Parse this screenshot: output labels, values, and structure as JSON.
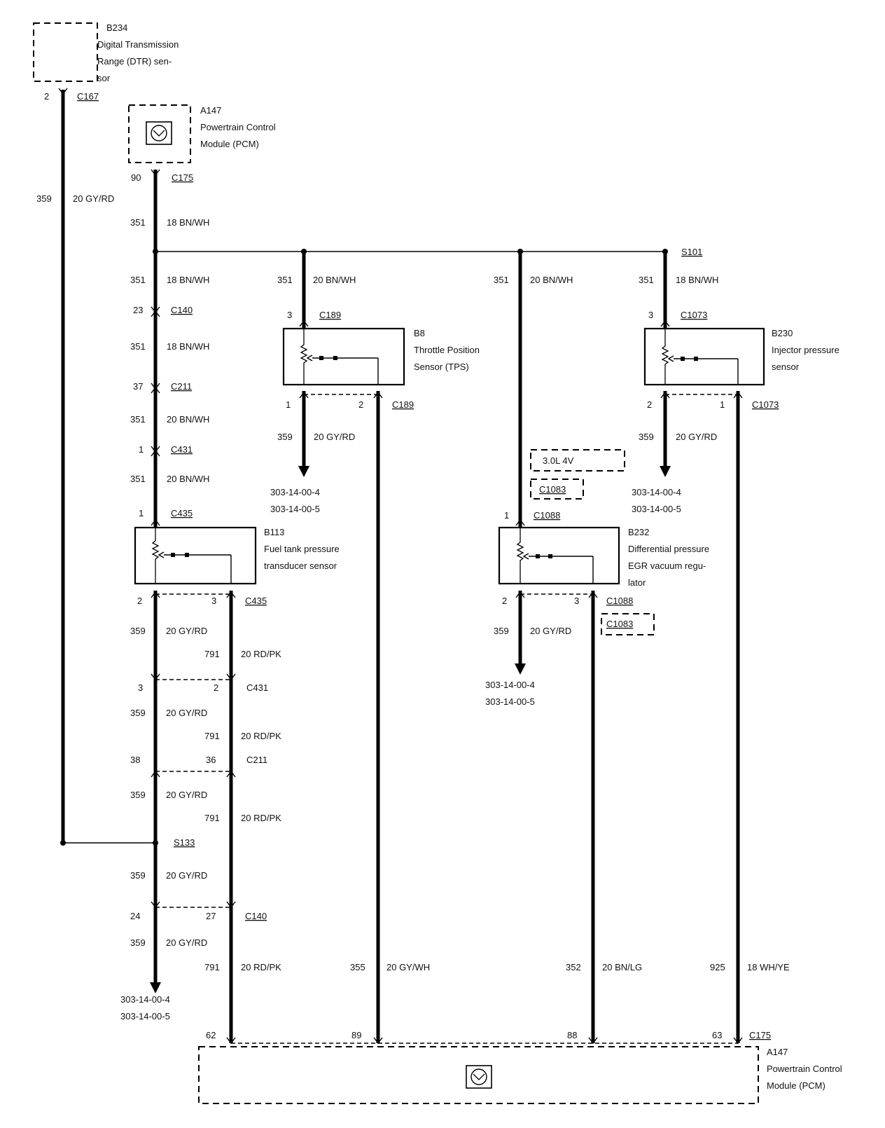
{
  "components": {
    "b234": {
      "id": "B234",
      "line1": "Digital Transmission",
      "line2": "Range (DTR) sen-",
      "line3": "sor"
    },
    "pcm_top": {
      "id": "A147",
      "line1": "Powertrain Control",
      "line2": "Module (PCM)"
    },
    "b8": {
      "id": "B8",
      "line1": "Throttle Position",
      "line2": "Sensor (TPS)"
    },
    "b230": {
      "id": "B230",
      "line1": "Injector pressure",
      "line2": "sensor"
    },
    "b113": {
      "id": "B113",
      "line1": "Fuel tank pressure",
      "line2": "transducer sensor"
    },
    "b232": {
      "id": "B232",
      "line1": "Differential pressure",
      "line2": "EGR vacuum regu-",
      "line3": "lator"
    },
    "pcm_bottom": {
      "id": "A147",
      "line1": "Powertrain Control",
      "line2": "Module (PCM)"
    }
  },
  "connectors": {
    "c167": "C167",
    "c175_top": "C175",
    "s101": "S101",
    "c140_a": "C140",
    "c211_a": "C211",
    "c431_a": "C431",
    "c435_a": "C435",
    "c189_top": "C189",
    "c189_bot": "C189",
    "c1073_top": "C1073",
    "c1073_bot": "C1073",
    "c1088_top": "C1088",
    "c1088_bot": "C1088",
    "c1083_top": "C1083",
    "c1083_bot": "C1083",
    "option": "3.0L 4V",
    "c435_b": "C435",
    "c431_b": "C431",
    "c211_b": "C211",
    "s133": "S133",
    "c140_b": "C140",
    "c175_bot": "C175"
  },
  "pins": {
    "b234_2": "2",
    "pcm_90": "90",
    "c140_23": "23",
    "c211_37": "37",
    "c431_1": "1",
    "c435_1": "1",
    "b8_3": "3",
    "b8_1": "1",
    "b8_2": "2",
    "b230_3": "3",
    "b230_2": "2",
    "b230_1": "1",
    "b232_1": "1",
    "b232_2": "2",
    "b232_3": "3",
    "b113_2": "2",
    "b113_3": "3",
    "c431_3": "3",
    "c431_2": "2",
    "c211_38": "38",
    "c211_36": "36",
    "c140_24": "24",
    "c140_27": "27",
    "pcm_62": "62",
    "pcm_89": "89",
    "pcm_88": "88",
    "pcm_63": "63"
  },
  "circuits": {
    "c359_dtr": {
      "num": "359",
      "spec": "20 GY/RD"
    },
    "c351_a": {
      "num": "351",
      "spec": "18 BN/WH"
    },
    "c351_b": {
      "num": "351",
      "spec": "18 BN/WH"
    },
    "c351_c": {
      "num": "351",
      "spec": "18 BN/WH"
    },
    "c351_d": {
      "num": "351",
      "spec": "20 BN/WH"
    },
    "c351_e": {
      "num": "351",
      "spec": "20 BN/WH"
    },
    "c351_tps": {
      "num": "351",
      "spec": "20 BN/WH"
    },
    "c351_egr": {
      "num": "351",
      "spec": "20 BN/WH"
    },
    "c351_inj": {
      "num": "351",
      "spec": "18 BN/WH"
    },
    "c359_tps": {
      "num": "359",
      "spec": "20 GY/RD"
    },
    "c359_inj": {
      "num": "359",
      "spec": "20 GY/RD"
    },
    "c359_egr": {
      "num": "359",
      "spec": "20 GY/RD"
    },
    "c359_1": {
      "num": "359",
      "spec": "20 GY/RD"
    },
    "c791_1": {
      "num": "791",
      "spec": "20 RD/PK"
    },
    "c359_2": {
      "num": "359",
      "spec": "20 GY/RD"
    },
    "c791_2": {
      "num": "791",
      "spec": "20 RD/PK"
    },
    "c359_3": {
      "num": "359",
      "spec": "20 GY/RD"
    },
    "c791_3": {
      "num": "791",
      "spec": "20 RD/PK"
    },
    "c359_4": {
      "num": "359",
      "spec": "20 GY/RD"
    },
    "c359_5": {
      "num": "359",
      "spec": "20 GY/RD"
    },
    "c791_4": {
      "num": "791",
      "spec": "20 RD/PK"
    },
    "c355": {
      "num": "355",
      "spec": "20 GY/WH"
    },
    "c352": {
      "num": "352",
      "spec": "20 BN/LG"
    },
    "c925": {
      "num": "925",
      "spec": "18 WH/YE"
    }
  },
  "references": {
    "tps_a": "303-14-00-4",
    "tps_b": "303-14-00-5",
    "inj_a": "303-14-00-4",
    "inj_b": "303-14-00-5",
    "egr_a": "303-14-00-4",
    "egr_b": "303-14-00-5",
    "left_a": "303-14-00-4",
    "left_b": "303-14-00-5"
  }
}
